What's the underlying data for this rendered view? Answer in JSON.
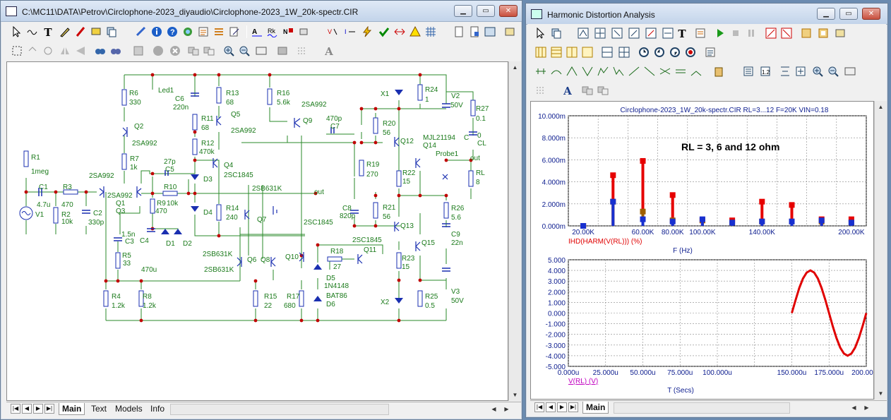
{
  "schematic_window": {
    "title": "C:\\MC11\\DATA\\Petrov\\Circlophone-2023_diyaudio\\Circlophone-2023_1W_20k-spectr.CIR",
    "controls": {
      "minimize": "▁",
      "restore": "▭",
      "close": "✕"
    },
    "tabs": [
      "Main",
      "Text",
      "Models",
      "Info"
    ],
    "active_tab": "Main",
    "labels": {
      "r1": "R1",
      "r1v": "1meg",
      "c1": "C1",
      "c1v": "4.7u",
      "r3": "R3",
      "r3v": "470",
      "r2": "R2",
      "r2v": "10k",
      "c2": "C2",
      "c2v": "330p",
      "v1": "V1",
      "r6": "R6",
      "r6v": "330",
      "q2": "Q2",
      "q2t": "2SA992",
      "r7": "R7",
      "r7v": "1k",
      "q1t": "2SA992",
      "q1b": "2SA992",
      "q1": "Q1",
      "q3": "Q3",
      "led": "Led1",
      "c6": "C6",
      "c6v": "220n",
      "r11": "R11",
      "r11v": "68",
      "r12": "R12",
      "r12v": "470k",
      "r13": "R13",
      "r13v": "68",
      "q5": "Q5",
      "q5t": "2SA992",
      "q4": "Q4",
      "q4t": "2SC1845",
      "d3": "D3",
      "d4": "D4",
      "c5": "C5",
      "c5v": "27p",
      "r10": "R10",
      "r10v": "10k",
      "r9": "R9",
      "r9v": "470",
      "c4": "C4",
      "d1": "D1",
      "d2": "D2",
      "c3v": "1.5n",
      "c3": "C3",
      "r5": "R5",
      "r5v": "33",
      "c470u": "470u",
      "r4": "R4",
      "r4v": "1.2k",
      "r8": "R8",
      "r8v": "1.2k",
      "r14": "R14",
      "r14v": "240",
      "q7": "Q7",
      "sb631": "2SB631K",
      "out1": "out",
      "r16": "R16",
      "r16v": "5.6k",
      "q9t": "2SA992",
      "q9": "Q9",
      "c7": "C7",
      "c7v": "470p",
      "q6t": "2SB631K",
      "q68": "Q6",
      "q8": "Q8",
      "q6b": "2SB631K",
      "q10": "Q10",
      "sc1845a": "2SC1845",
      "sc1845b": "2SC1845",
      "r15": "R15",
      "r15v": "22",
      "r17": "R17",
      "r17v": "680",
      "d5": "D5",
      "d5t": "1N4148",
      "d6t": "BAT86",
      "d6": "D6",
      "r18": "R18",
      "r18v": "27",
      "q11": "Q11",
      "x1": "X1",
      "r20": "R20",
      "r20v": "56",
      "r19": "R19",
      "r19v": "270",
      "c8": "C8",
      "c8v": "820p",
      "q12": "Q12",
      "r22": "R22",
      "r22v": "15",
      "r21": "R21",
      "r21v": "56",
      "q13": "Q13",
      "q15": "Q15",
      "r23": "R23",
      "r23v": "15",
      "x2": "X2",
      "r24": "R24",
      "r24v": "1",
      "v2": "V2",
      "v2v": "50V",
      "mjl": "MJL21194",
      "q14": "Q14",
      "probe": "Probe1",
      "out2": "out",
      "r27": "R27",
      "r27v": "0.1",
      "c0": "C",
      "cl0": "0",
      "cl": "CL",
      "rl": "RL",
      "rlv": "8",
      "r26": "R26",
      "r26v": "5.6",
      "c9": "C9",
      "c9v": "22n",
      "r25": "R25",
      "r25v": "0.5",
      "v3": "V3",
      "v3v": "50V"
    }
  },
  "analysis_window": {
    "title": "Harmonic Distortion Analysis",
    "controls": {
      "minimize": "▁",
      "restore": "▭",
      "close": "✕"
    },
    "tabs": [
      "Main"
    ],
    "active_tab": "Main"
  },
  "chart_data": [
    {
      "type": "bar",
      "title": "Circlophone-2023_1W_20k-spectr.CIR RL=3...12 F=20K VIN=0.18",
      "annotation": "RL = 3, 6 and 12 ohm",
      "xlabel": "F (Hz)",
      "ylabel": "IHD(HARM(V(RL))) (%)",
      "xlim": [
        10000,
        210000
      ],
      "ylim": [
        0,
        10
      ],
      "y_tick_labels": [
        "0.000m",
        "2.000m",
        "4.000m",
        "6.000m",
        "8.000m",
        "10.000m"
      ],
      "x_tick_labels": [
        "20.00K",
        "60.00K",
        "80.00K",
        "100.00K",
        "140.00K",
        "200.00K"
      ],
      "y_ticks": [
        0,
        2,
        4,
        6,
        8,
        10
      ],
      "x_ticks": [
        20000,
        60000,
        80000,
        100000,
        140000,
        200000
      ],
      "grid": true,
      "series_colors": [
        "#e60000",
        "#a06000",
        "#1830d0"
      ],
      "x": [
        20000,
        40000,
        60000,
        80000,
        100000,
        120000,
        140000,
        160000,
        180000,
        200000
      ],
      "series": [
        {
          "values": [
            0.0,
            4.6,
            5.9,
            2.8,
            0.5,
            0.5,
            2.2,
            1.9,
            0.6,
            0.6
          ]
        },
        {
          "values": [
            0.0,
            2.2,
            1.3,
            0.5,
            0.5,
            0.3,
            0.4,
            0.4,
            0.4,
            0.3
          ]
        },
        {
          "values": [
            0.0,
            2.2,
            0.6,
            0.4,
            0.6,
            0.3,
            0.4,
            0.4,
            0.5,
            0.3
          ]
        }
      ]
    },
    {
      "type": "line",
      "xlabel": "T (Secs)",
      "ylabel": "V(RL) (V)",
      "xlim": [
        0,
        200
      ],
      "ylim": [
        -5,
        5
      ],
      "y_tick_labels": [
        "-5.000",
        "-4.000",
        "-3.000",
        "-2.000",
        "-1.000",
        "0.000",
        "1.000",
        "2.000",
        "3.000",
        "4.000",
        "5.000"
      ],
      "x_tick_labels": [
        "0.000u",
        "25.000u",
        "50.000u",
        "75.000u",
        "100.000u",
        "150.000u",
        "175.000u",
        "200.000u"
      ],
      "y_ticks": [
        -5,
        -4,
        -3,
        -2,
        -1,
        0,
        1,
        2,
        3,
        4,
        5
      ],
      "x_ticks": [
        0,
        25,
        50,
        75,
        100,
        150,
        175,
        200
      ],
      "grid": true,
      "series_colors": [
        "#e00000"
      ],
      "series": [
        {
          "x": [
            150,
            152.5,
            155,
            157.5,
            160,
            162.5,
            165,
            167.5,
            170,
            172.5,
            175,
            177.5,
            180,
            182.5,
            185,
            187.5,
            190,
            192.5,
            195,
            197.5,
            200
          ],
          "values": [
            0,
            1.2,
            2.35,
            3.24,
            3.8,
            4.0,
            3.8,
            3.24,
            2.35,
            1.24,
            0,
            -1.24,
            -2.35,
            -3.24,
            -3.8,
            -4.0,
            -3.8,
            -3.24,
            -2.35,
            -1.24,
            0
          ]
        }
      ]
    }
  ]
}
